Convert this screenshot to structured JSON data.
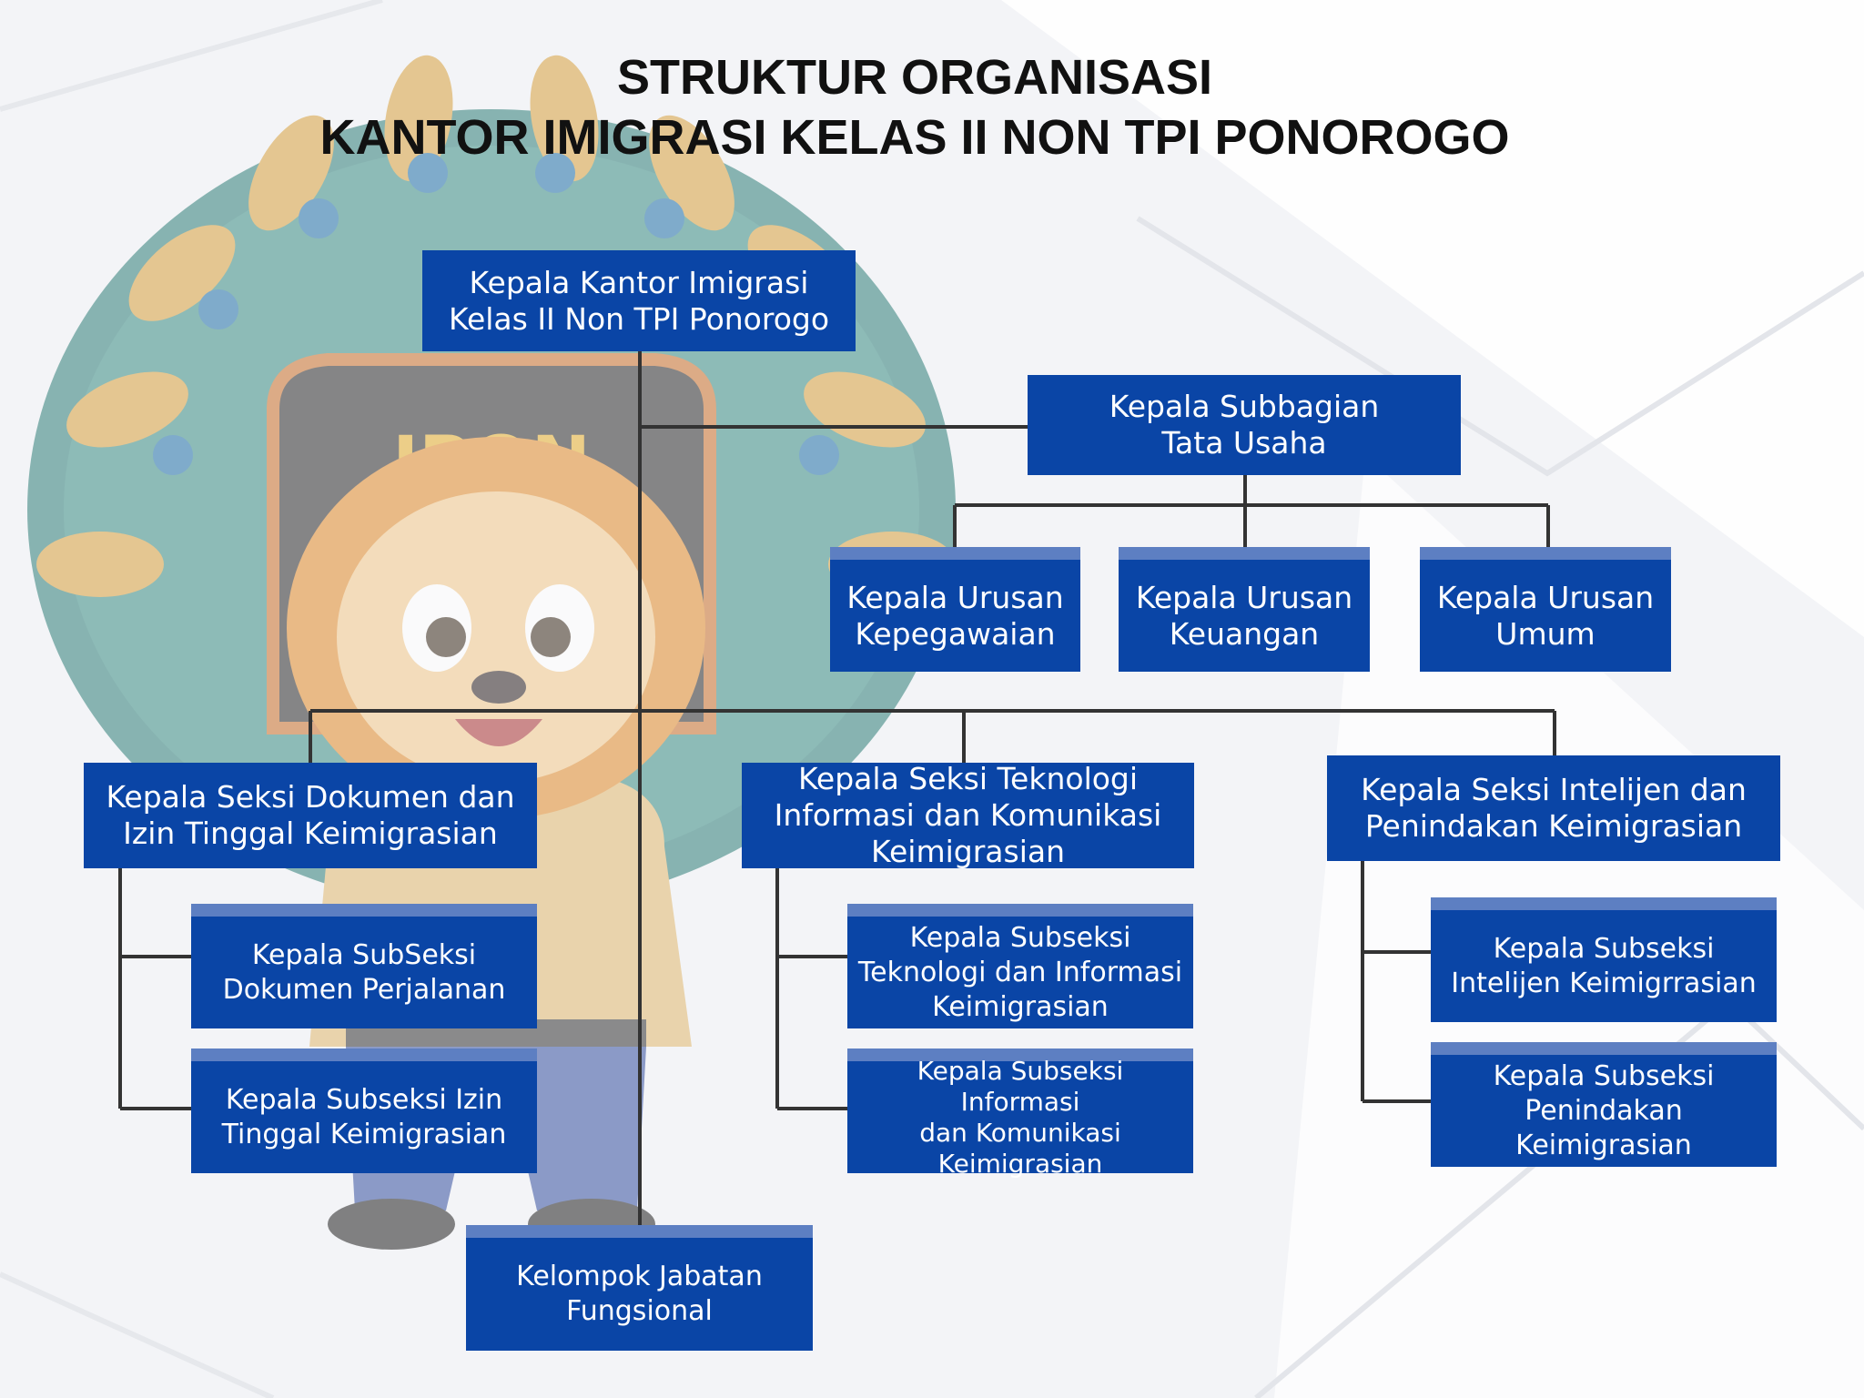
{
  "title": {
    "line1": "STRUKTUR ORGANISASI",
    "line2": "KANTOR IMIGRASI KELAS II NON TPI PONOROGO"
  },
  "mascot": {
    "badge_text": "IPON"
  },
  "colors": {
    "box": "#0a45a6",
    "box_tab": "#5d7fc2",
    "line": "#333333",
    "title": "#111111"
  },
  "nodes": {
    "kepala_kantor": "Kepala Kantor Imigrasi\nKelas II Non TPI Ponorogo",
    "subbagian_tu": "Kepala Subbagian\nTata Usaha",
    "urusan_kepegawaian": "Kepala Urusan\nKepegawaian",
    "urusan_keuangan": "Kepala Urusan\nKeuangan",
    "urusan_umum": "Kepala Urusan\nUmum",
    "seksi_dokumen": "Kepala Seksi Dokumen dan\nIzin Tinggal Keimigrasian",
    "seksi_tik": "Kepala Seksi Teknologi\nInformasi dan Komunikasi\nKeimigrasian",
    "seksi_intelijen": "Kepala Seksi Intelijen dan\nPenindakan Keimigrasian",
    "subseksi_dokumen_perjalanan": "Kepala SubSeksi\nDokumen Perjalanan",
    "subseksi_izin_tinggal": "Kepala Subseksi Izin\nTinggal Keimigrasian",
    "subseksi_ti": "Kepala Subseksi\nTeknologi dan Informasi\nKeimigrasian",
    "subseksi_ik": "Kepala Subseksi Informasi\ndan Komunikasi\nKeimigrasian",
    "subseksi_intelijen": "Kepala Subseksi\nIntelijen Keimigrrasian",
    "subseksi_penindakan": "Kepala Subseksi\nPenindakan\nKeimigrasian",
    "jabatan_fungsional": "Kelompok Jabatan\nFungsional"
  }
}
